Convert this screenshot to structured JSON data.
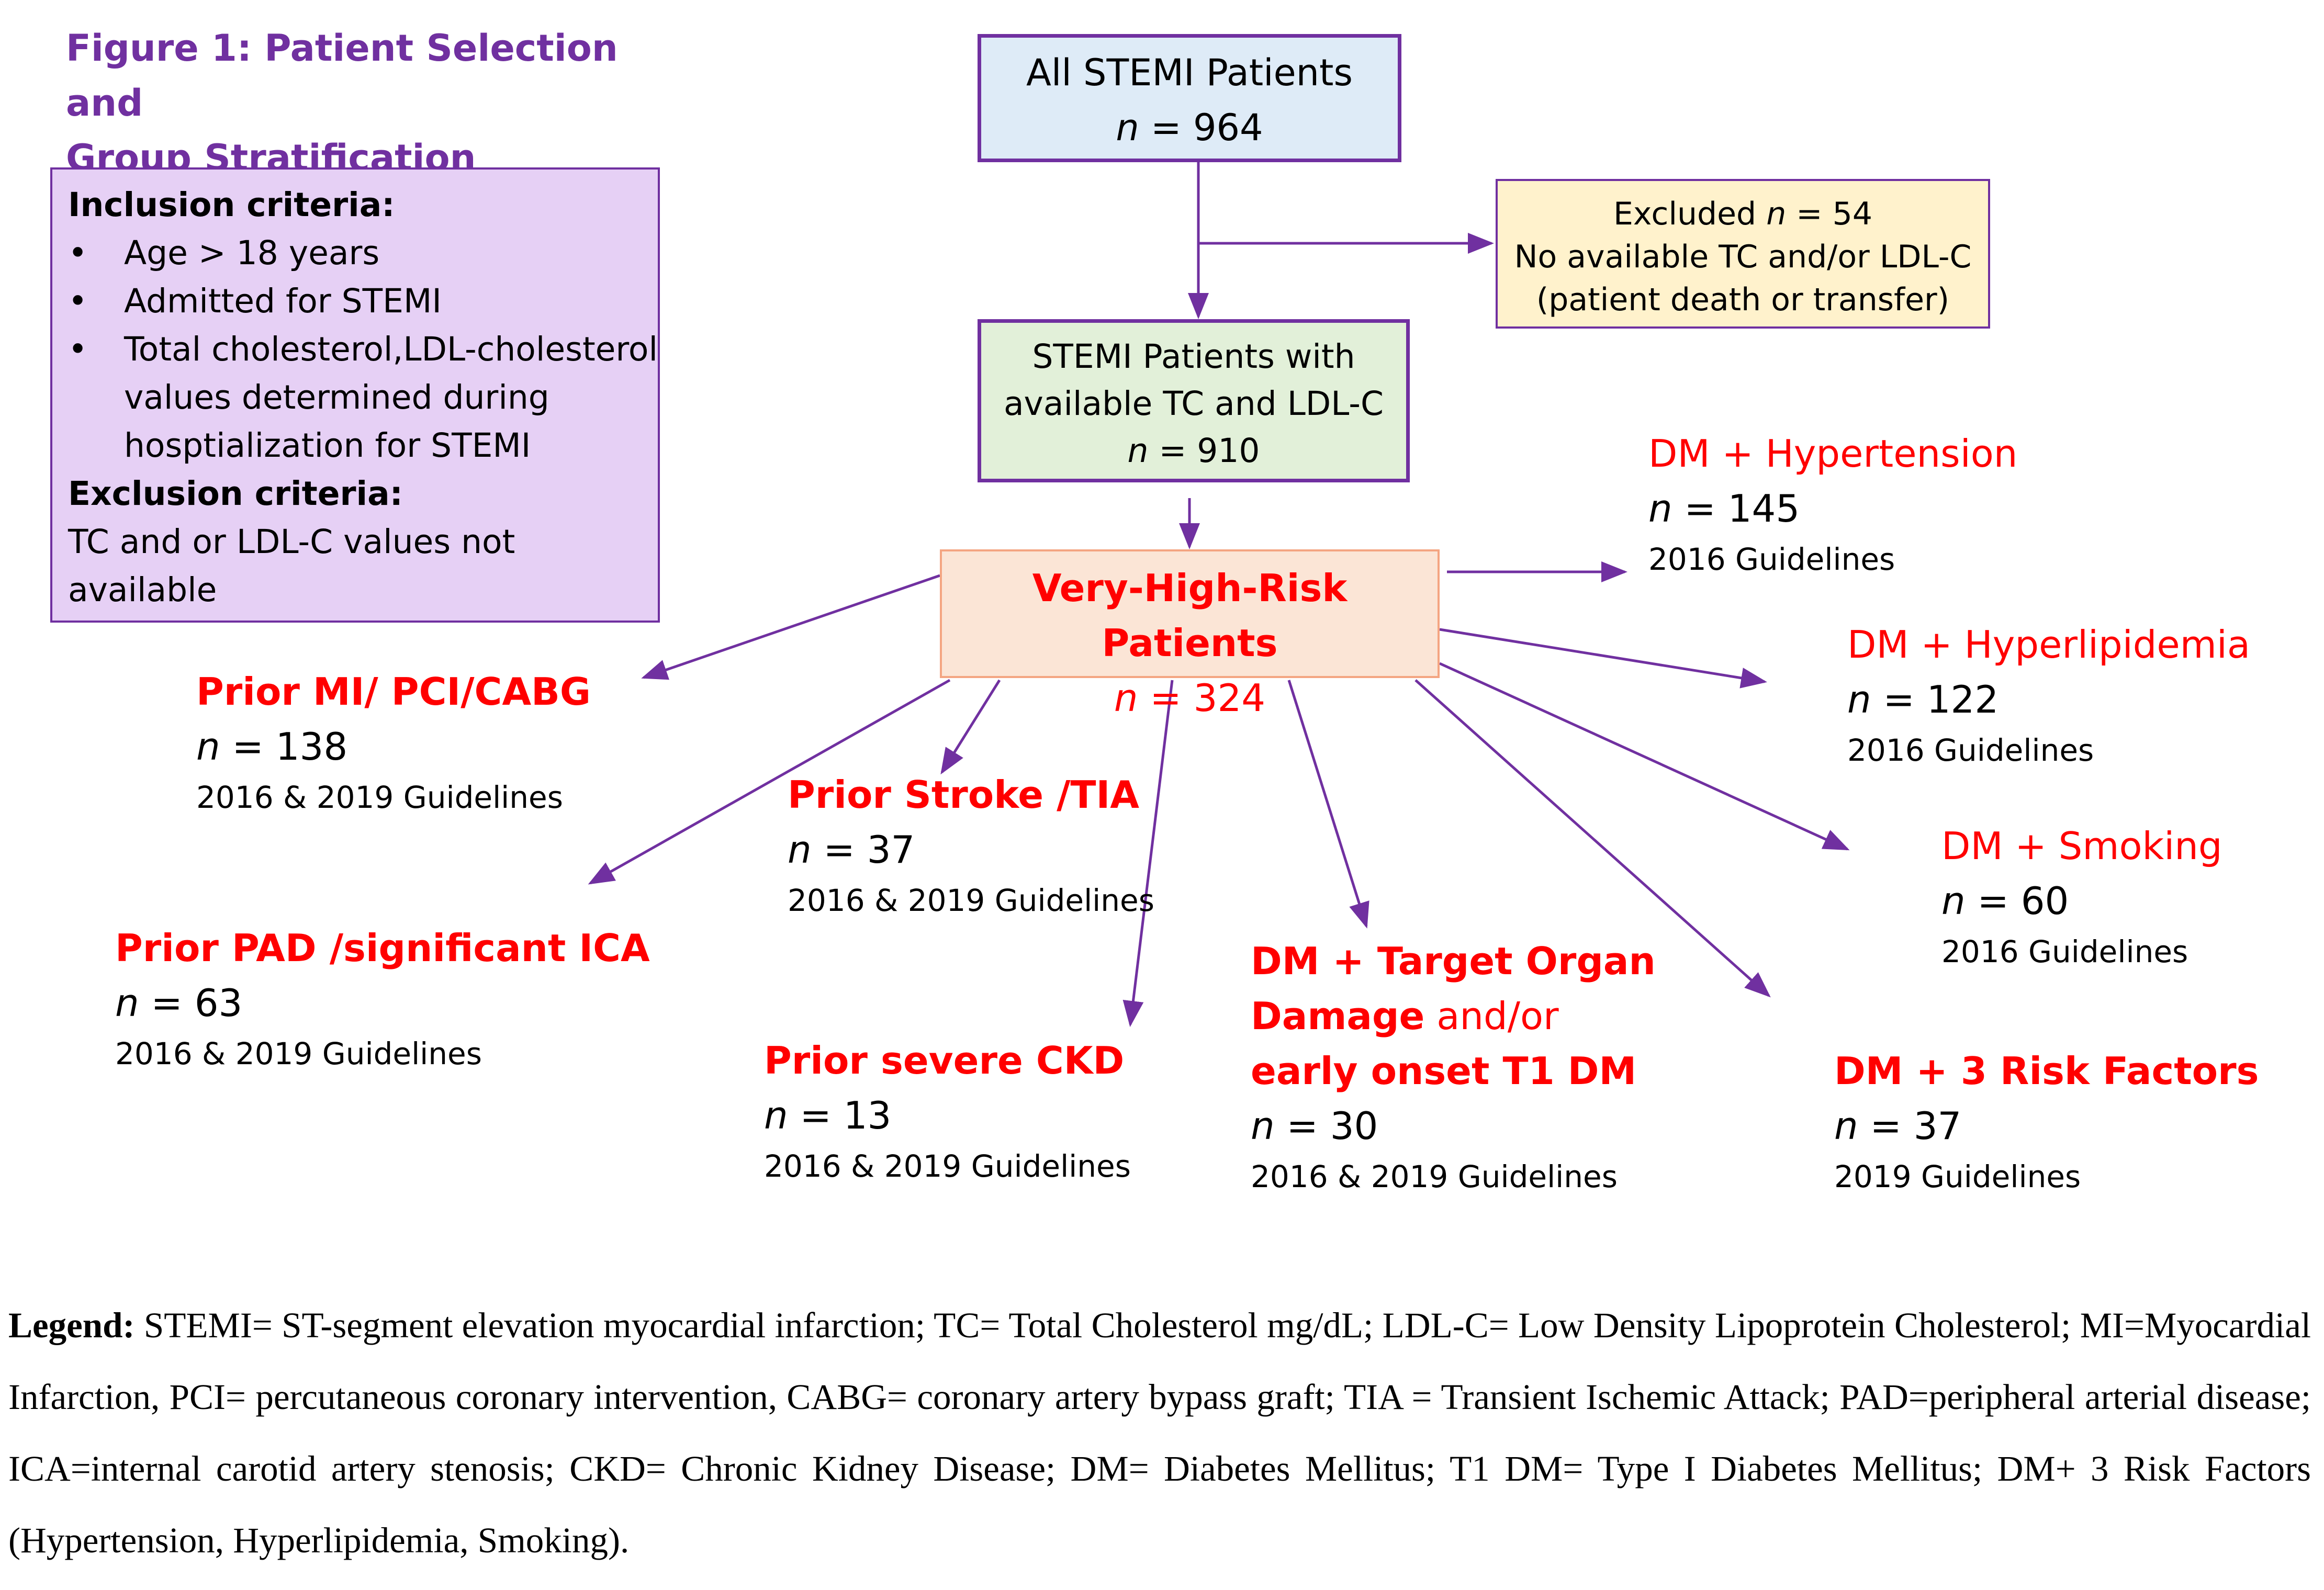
{
  "figure": {
    "title_line1": "Figure 1: Patient Selection and",
    "title_line2": "Group Stratification"
  },
  "criteria": {
    "inclusion_heading": "Inclusion criteria:",
    "inclusion_items": [
      "Age > 18 years",
      "Admitted for STEMI",
      "Total cholesterol,LDL-cholesterol values determined during hosptialization for STEMI"
    ],
    "exclusion_heading": "Exclusion criteria:",
    "exclusion_text": "TC and or LDL-C values not available"
  },
  "boxes": {
    "all": {
      "label": "All STEMI Patients",
      "n_symbol": "n",
      "n_value": " = 964"
    },
    "excluded": {
      "label": "Excluded ",
      "n_symbol": "n",
      "n_value": " = 54",
      "line2": "No available TC and/or LDL-C",
      "line3": "(patient death or transfer)"
    },
    "available": {
      "line1": "STEMI Patients with",
      "line2": "available TC and LDL-C",
      "n_symbol": "n",
      "n_value": " = 910"
    },
    "very_high_risk": {
      "label": "Very-High-Risk Patients",
      "n_symbol": "n",
      "n_value": " = 324"
    }
  },
  "groups": {
    "dm_hypertension": {
      "name": "DM + Hypertension",
      "n_symbol": "n",
      "n_value": " = 145",
      "guidelines": "2016 Guidelines"
    },
    "prior_mi": {
      "name": "Prior MI/ PCI/CABG",
      "n_symbol": "n",
      "n_value": " = 138",
      "guidelines": "2016 & 2019 Guidelines"
    },
    "dm_hyperlipidemia": {
      "name": "DM + Hyperlipidemia",
      "n_symbol": "n",
      "n_value": " = 122",
      "guidelines": "2016 Guidelines"
    },
    "prior_stroke": {
      "name": "Prior Stroke /TIA",
      "n_symbol": "n",
      "n_value": " = 37",
      "guidelines": "2016 & 2019 Guidelines"
    },
    "dm_smoking": {
      "name": "DM + Smoking",
      "n_symbol": "n",
      "n_value": " = 60",
      "guidelines": "2016 Guidelines"
    },
    "prior_pad": {
      "name": "Prior PAD /significant ICA",
      "n_symbol": "n",
      "n_value": " = 63",
      "guidelines": "2016 & 2019 Guidelines"
    },
    "dm_target_organ": {
      "name_line1": "DM + Target Organ",
      "name_line2a": "Damage",
      "name_line2b": " and/or",
      "name_line3": "early onset T1 DM",
      "n_symbol": "n",
      "n_value": " = 30",
      "guidelines": "2016 & 2019 Guidelines"
    },
    "prior_ckd": {
      "name": "Prior severe CKD",
      "n_symbol": "n",
      "n_value": " = 13",
      "guidelines": "2016 & 2019 Guidelines"
    },
    "dm_3_risk": {
      "name": "DM + 3 Risk Factors",
      "n_symbol": "n",
      "n_value": " = 37",
      "guidelines": "2019 Guidelines"
    }
  },
  "legend": {
    "heading": "Legend:",
    "text": " STEMI= ST-segment elevation myocardial infarction; TC= Total Cholesterol mg/dL; LDL-C= Low Density Lipoprotein Cholesterol; MI=Myocardial Infarction, PCI= percutaneous coronary intervention, CABG= coronary artery bypass graft; TIA = Transient Ischemic Attack; PAD=peripheral arterial disease; ICA=internal carotid artery stenosis; CKD= Chronic Kidney Disease; DM= Diabetes Mellitus; T1 DM= Type I Diabetes Mellitus; DM+ 3 Risk Factors (Hypertension, Hyperlipidemia, Smoking)."
  },
  "colors": {
    "arrow": "#7030a0",
    "title": "#7030a0",
    "group_name": "#ff0000"
  }
}
